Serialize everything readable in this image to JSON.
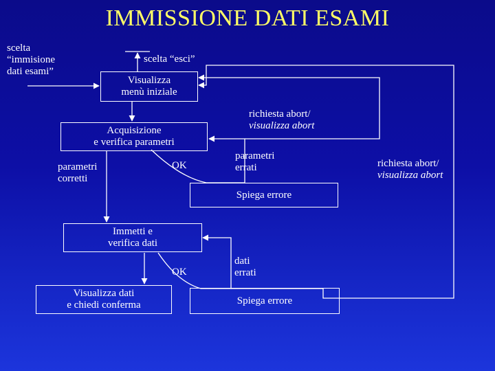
{
  "title": "IMMISSIONE DATI ESAMI",
  "labels": {
    "scelta_immissione": [
      "scelta",
      "“immisione",
      "dati esami”"
    ],
    "scelta_esci": "scelta “esci”",
    "abort_top": [
      "richiesta abort/",
      "visualizza abort"
    ],
    "abort_right": [
      "richiesta abort/",
      "visualizza abort"
    ],
    "parametri_errati": [
      "parametri",
      "errati"
    ],
    "parametri_corretti": [
      "parametri",
      "corretti"
    ],
    "ok_1": "OK",
    "ok_2": "OK",
    "dati_errati": [
      "dati",
      "errati"
    ]
  },
  "boxes": {
    "visualizza_menu": [
      "Visualizza",
      "menù iniziale"
    ],
    "acquisizione": [
      "Acquisizione",
      "e verifica parametri"
    ],
    "spiega_errore_1": "Spiega errore",
    "immetti": [
      "Immetti e",
      "verifica dati"
    ],
    "visualizza_dati": [
      "Visualizza dati",
      "e chiedi conferma"
    ],
    "spiega_errore_2": "Spiega errore"
  },
  "colors": {
    "title": "#ffff66",
    "background_top": "#0b0b8a",
    "background_bottom": "#1c35dc",
    "lines": "#ffffff"
  }
}
